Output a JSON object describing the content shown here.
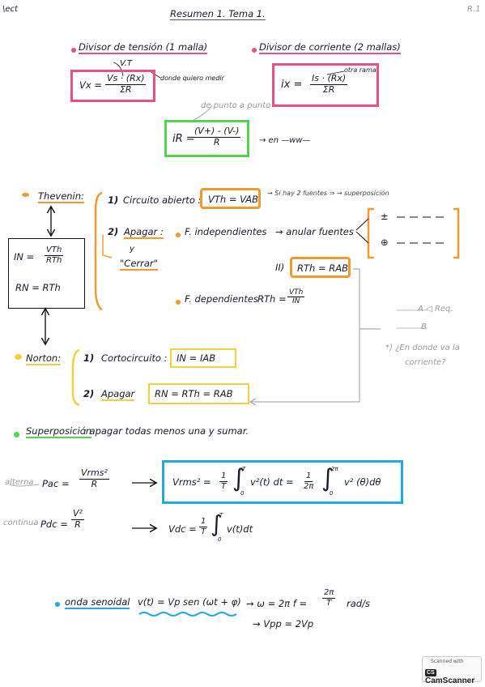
{
  "header": {
    "left": "\\ect",
    "title": "Resumen 1. Tema 1.",
    "right": "R.1"
  },
  "divisor_tension": {
    "heading": "Divisor de tensión (1 malla)",
    "lhs": "Vx =",
    "num": "Vs · (Rx)",
    "den": "ΣR",
    "vt": "V.T",
    "note": "donde quiero medir"
  },
  "divisor_corriente": {
    "heading": "Divisor de corriente (2 mallas)",
    "lhs": "ix =",
    "num": "Is · (Rx)",
    "den": "ΣR",
    "note": "otra rama"
  },
  "current_formula": {
    "above": "de punto a punto",
    "lhs": "iR =",
    "num": "(V+) - (V-)",
    "den": "R",
    "arrow": "→ en —ww—"
  },
  "thevenin": {
    "label": "Thevenin:",
    "s1_num": "1)",
    "s1_text": "Circuito abierto :",
    "s1_box": "VTh = VAB",
    "s1_note": "→ Si hay 2 fuentes ⇒ → superposición",
    "s2_num": "2)",
    "s2_text": "Apagar :",
    "s2_y": "y",
    "s2_cerrar": "\"Cerrar\"",
    "fi": "F. independientes",
    "anular": "→ anular fuentes",
    "ii": "II)",
    "ii_box": "RTh = RAB",
    "fd": "F. dependientes :",
    "fd_lhs": "RTh =",
    "fd_num": "VTh",
    "fd_den": "IN"
  },
  "norton_box": {
    "in_lhs": "IN =",
    "in_num": "VTh",
    "in_den": "RTh",
    "rn": "RN = RTh"
  },
  "norton": {
    "label": "Norton:",
    "s1_num": "1)",
    "s1_text": "Cortocircuito :",
    "s1_box": "IN = IAB",
    "s2_num": "2)",
    "s2_text": "Apagar",
    "s2_box": "RN = RTh = RAB"
  },
  "side_notes": {
    "req": "A ◁ Req.",
    "b": "B",
    "q1": "*) ¿En donde va la",
    "q2": "corriente?"
  },
  "circuit": {
    "src1": "±",
    "src2": "⊕"
  },
  "superposicion": {
    "label": "Superposición",
    "text": ": apagar todas menos una y sumar."
  },
  "power": {
    "alterna_note": "alterna",
    "pac_lhs": "Pac =",
    "pac_num": "Vrms²",
    "pac_den": "R",
    "vrms_lhs": "Vrms² =",
    "vrms_f1n": "1",
    "vrms_f1d": "T",
    "vrms_int1_top": "T",
    "vrms_int1_bot": "0",
    "vrms_int1_body": "v²(t) dt =",
    "vrms_f2n": "1",
    "vrms_f2d": "2π",
    "vrms_int2_top": "2π",
    "vrms_int2_bot": "0",
    "vrms_int2_body": "v² (θ)dθ",
    "continua_note": "continua",
    "pdc_lhs": "Pdc =",
    "pdc_num": "V²",
    "pdc_den": "R",
    "vdc_lhs": "Vdc =",
    "vdc_fn": "1",
    "vdc_fd": "T",
    "vdc_int_top": "T",
    "vdc_int_bot": "0",
    "vdc_body": "v(t)dt"
  },
  "onda": {
    "label": "onda senoidal",
    "formula": "v(t) = Vp sen (ωt + φ)",
    "w_lhs": "→ ω = 2π f =",
    "w_num": "2π",
    "w_den": "T",
    "w_unit": "rad/s",
    "vpp": "→ Vpp = 2Vp"
  },
  "scanner": {
    "line1": "Scanned with",
    "logo": "CS",
    "brand": "CamScanner"
  },
  "colors": {
    "pink": "#e8508a",
    "orange": "#f39a2e",
    "yellow": "#f0d23a",
    "green": "#4fd64f",
    "blue": "#25a8e0",
    "ink": "#1a1a2e"
  }
}
